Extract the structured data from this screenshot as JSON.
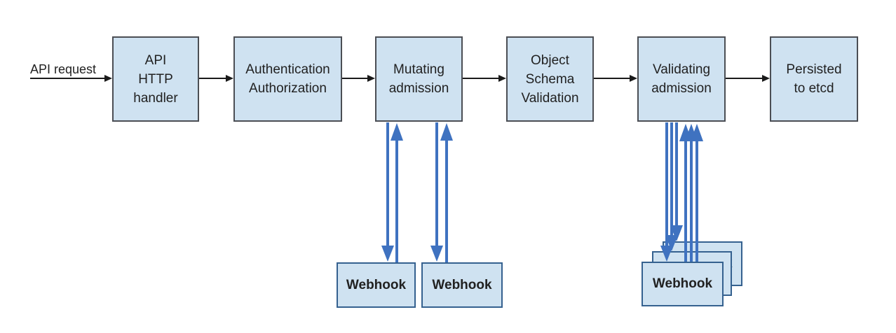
{
  "diagram": {
    "request_label": "API request",
    "stages": [
      {
        "label": "API\nHTTP\nhandler"
      },
      {
        "label": "Authentication\nAuthorization"
      },
      {
        "label": "Mutating\nadmission"
      },
      {
        "label": "Object\nSchema\nValidation"
      },
      {
        "label": "Validating\nadmission"
      },
      {
        "label": "Persisted\nto etcd"
      }
    ],
    "mutating_webhooks": [
      {
        "label": "Webhook"
      },
      {
        "label": "Webhook"
      }
    ],
    "validating_webhooks": [
      {
        "label": "Webhook"
      },
      {
        "label": "Webhook"
      },
      {
        "label": "Webhook"
      }
    ],
    "colors": {
      "box_fill": "#cfe2f1",
      "stage_border": "#4b4e54",
      "webhook_border": "#35618f",
      "flow_arrow": "#1a1a1a",
      "webhook_arrow": "#3f72c0",
      "background": "#ffffff",
      "text": "#212121"
    }
  }
}
